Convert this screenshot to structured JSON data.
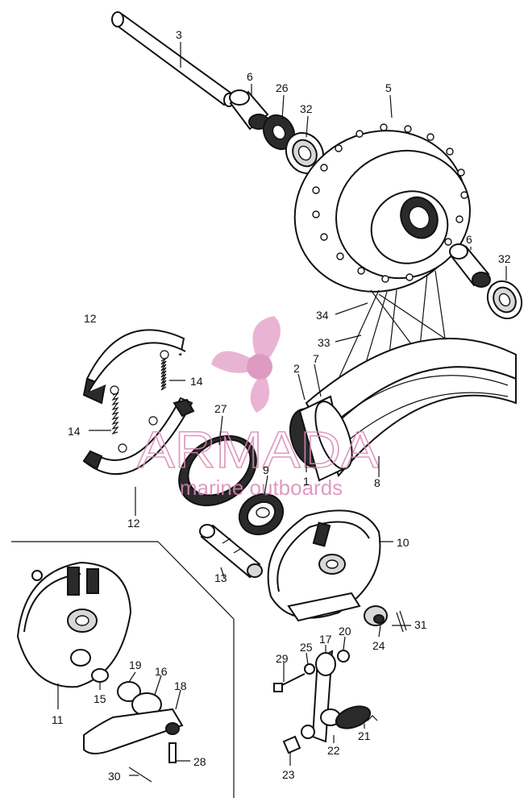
{
  "diagram": {
    "part_numbers": [
      "3",
      "6",
      "26",
      "32",
      "5",
      "6",
      "32",
      "34",
      "33",
      "12",
      "14",
      "14",
      "27",
      "2",
      "7",
      "1",
      "8",
      "9",
      "12",
      "10",
      "13",
      "11",
      "19",
      "16",
      "15",
      "18",
      "29",
      "25",
      "17",
      "20",
      "24",
      "31",
      "21",
      "22",
      "23",
      "28",
      "30"
    ]
  },
  "watermark": {
    "brand": "ARMADA",
    "tagline": "marine outboards",
    "color": "#d98ab8"
  }
}
